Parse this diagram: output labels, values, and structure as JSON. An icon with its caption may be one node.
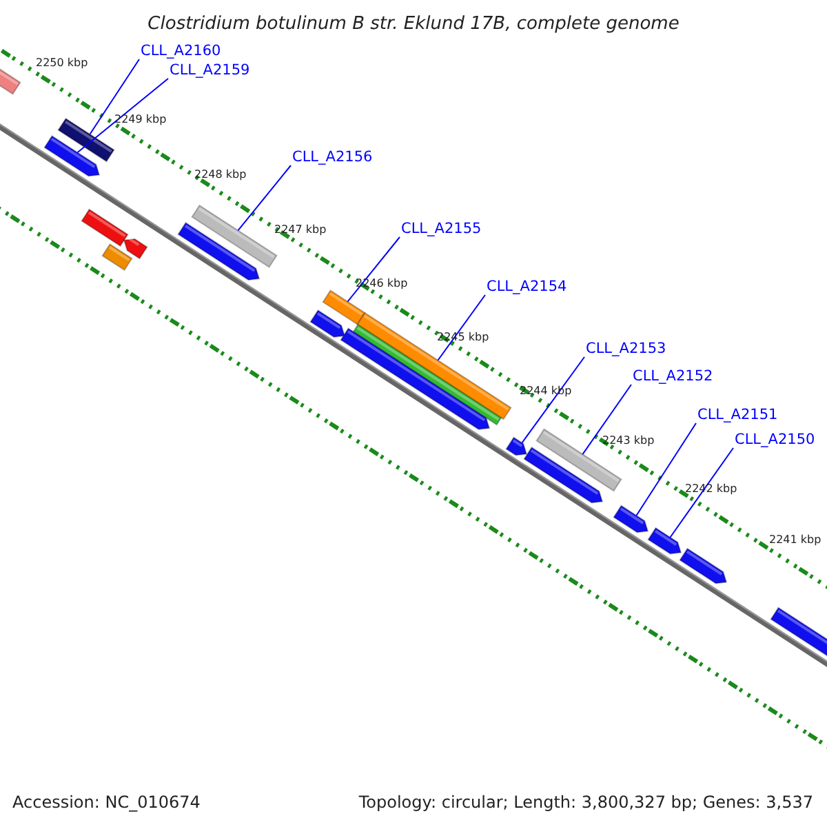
{
  "diagram": {
    "title": "Clostridium botulinum B str. Eklund 17B, complete genome",
    "nodes": [
      {
        "text": [
          "CLL_A2160"
        ]
      },
      {
        "text": [
          "CLL_A2159"
        ]
      },
      {
        "text": [
          "CLL_A2156"
        ]
      },
      {
        "text": [
          "CLL_A2155"
        ]
      },
      {
        "text": [
          "CLL_A2154"
        ]
      },
      {
        "text": [
          "CLL_A2153"
        ]
      },
      {
        "text": [
          "CLL_A2152"
        ]
      },
      {
        "text": [
          "CLL_A2151"
        ]
      },
      {
        "text": [
          "CLL_A2150"
        ]
      },
      {
        "text": [],
        "shape": "arrow"
      },
      {
        "text": [],
        "shape": "bar"
      },
      {
        "text": [],
        "shape": "bar"
      },
      {
        "text": [],
        "shape": "bar"
      },
      {
        "text": [],
        "shape": "bar"
      },
      {
        "text": [],
        "shape": "arrow"
      },
      {
        "text": [],
        "shape": "bar"
      },
      {
        "text": [],
        "shape": "arrow"
      },
      {
        "text": [],
        "shape": "arrow"
      }
    ],
    "edges": [
      {
        "from": 0,
        "to": 10,
        "arrow": "none"
      },
      {
        "from": 1,
        "to": 9,
        "arrow": "none"
      },
      {
        "from": 2,
        "to": 11,
        "arrow": "none"
      },
      {
        "from": 3,
        "to": 12,
        "arrow": "none"
      },
      {
        "from": 4,
        "to": 13,
        "arrow": "none"
      },
      {
        "from": 5,
        "to": 14,
        "arrow": "none"
      },
      {
        "from": 6,
        "to": 15,
        "arrow": "none"
      },
      {
        "from": 7,
        "to": 16,
        "arrow": "none"
      },
      {
        "from": 8,
        "to": 17,
        "arrow": "none"
      }
    ],
    "labels": [
      "2250 kbp",
      "2249 kbp",
      "2248 kbp",
      "2247 kbp",
      "2246 kbp",
      "2245 kbp",
      "2244 kbp",
      "2243 kbp",
      "2242 kbp",
      "2241 kbp",
      "Accession: NC_010674",
      "Topology: circular; Length: 3,800,327 bp; Genes: 3,537"
    ]
  }
}
